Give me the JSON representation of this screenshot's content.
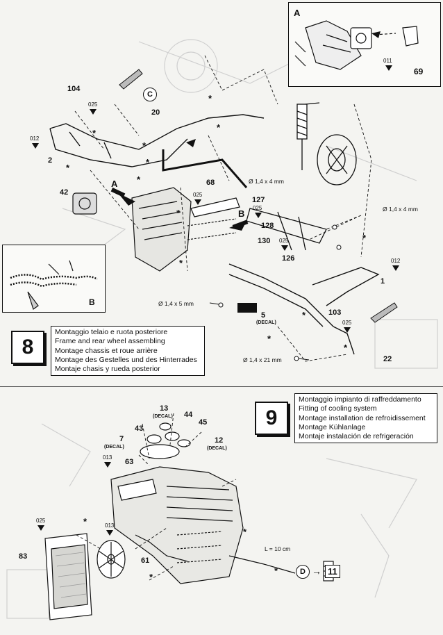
{
  "step8": {
    "number": "8",
    "lines": [
      "Montaggio telaio e ruota posteriore",
      "Frame and rear wheel assembling",
      "Montage chassis et roue arrière",
      "Montage des Gestelles und des Hinterrades",
      "Montaje chasis y rueda posterior"
    ],
    "inset_a": {
      "letter": "A",
      "parts": [
        "69"
      ],
      "code": "011"
    },
    "inset_b": {
      "letter": "B"
    },
    "parts": [
      "104",
      "20",
      "2",
      "42",
      "68",
      "127",
      "128",
      "130",
      "126",
      "1",
      "103",
      "22",
      "5"
    ],
    "codes": [
      "025",
      "012",
      "025",
      "025",
      "025",
      "012",
      "025"
    ],
    "callouts": [
      "C",
      "A",
      "B"
    ],
    "decal": "(DECAL)",
    "dims": [
      "Ø 1,4 x 4 mm",
      "Ø 1,4 x 4 mm",
      "Ø 1,4 x 5 mm",
      "Ø 1,4 x 21 mm"
    ]
  },
  "step9": {
    "number": "9",
    "lines": [
      "Montaggio impianto di raffreddamento",
      "Fitting of cooling system",
      "Montage installation de refroidissement",
      "Montage Kühlanlage",
      "Montaje instalación de refrigeración"
    ],
    "parts": [
      "13",
      "44",
      "43",
      "45",
      "7",
      "12",
      "63",
      "83",
      "61"
    ],
    "decal": "(DECAL)",
    "codes": [
      "013",
      "025",
      "013"
    ],
    "length": "L = 10 cm",
    "ref": {
      "from": "D",
      "arrow": "→",
      "to": "11"
    }
  }
}
